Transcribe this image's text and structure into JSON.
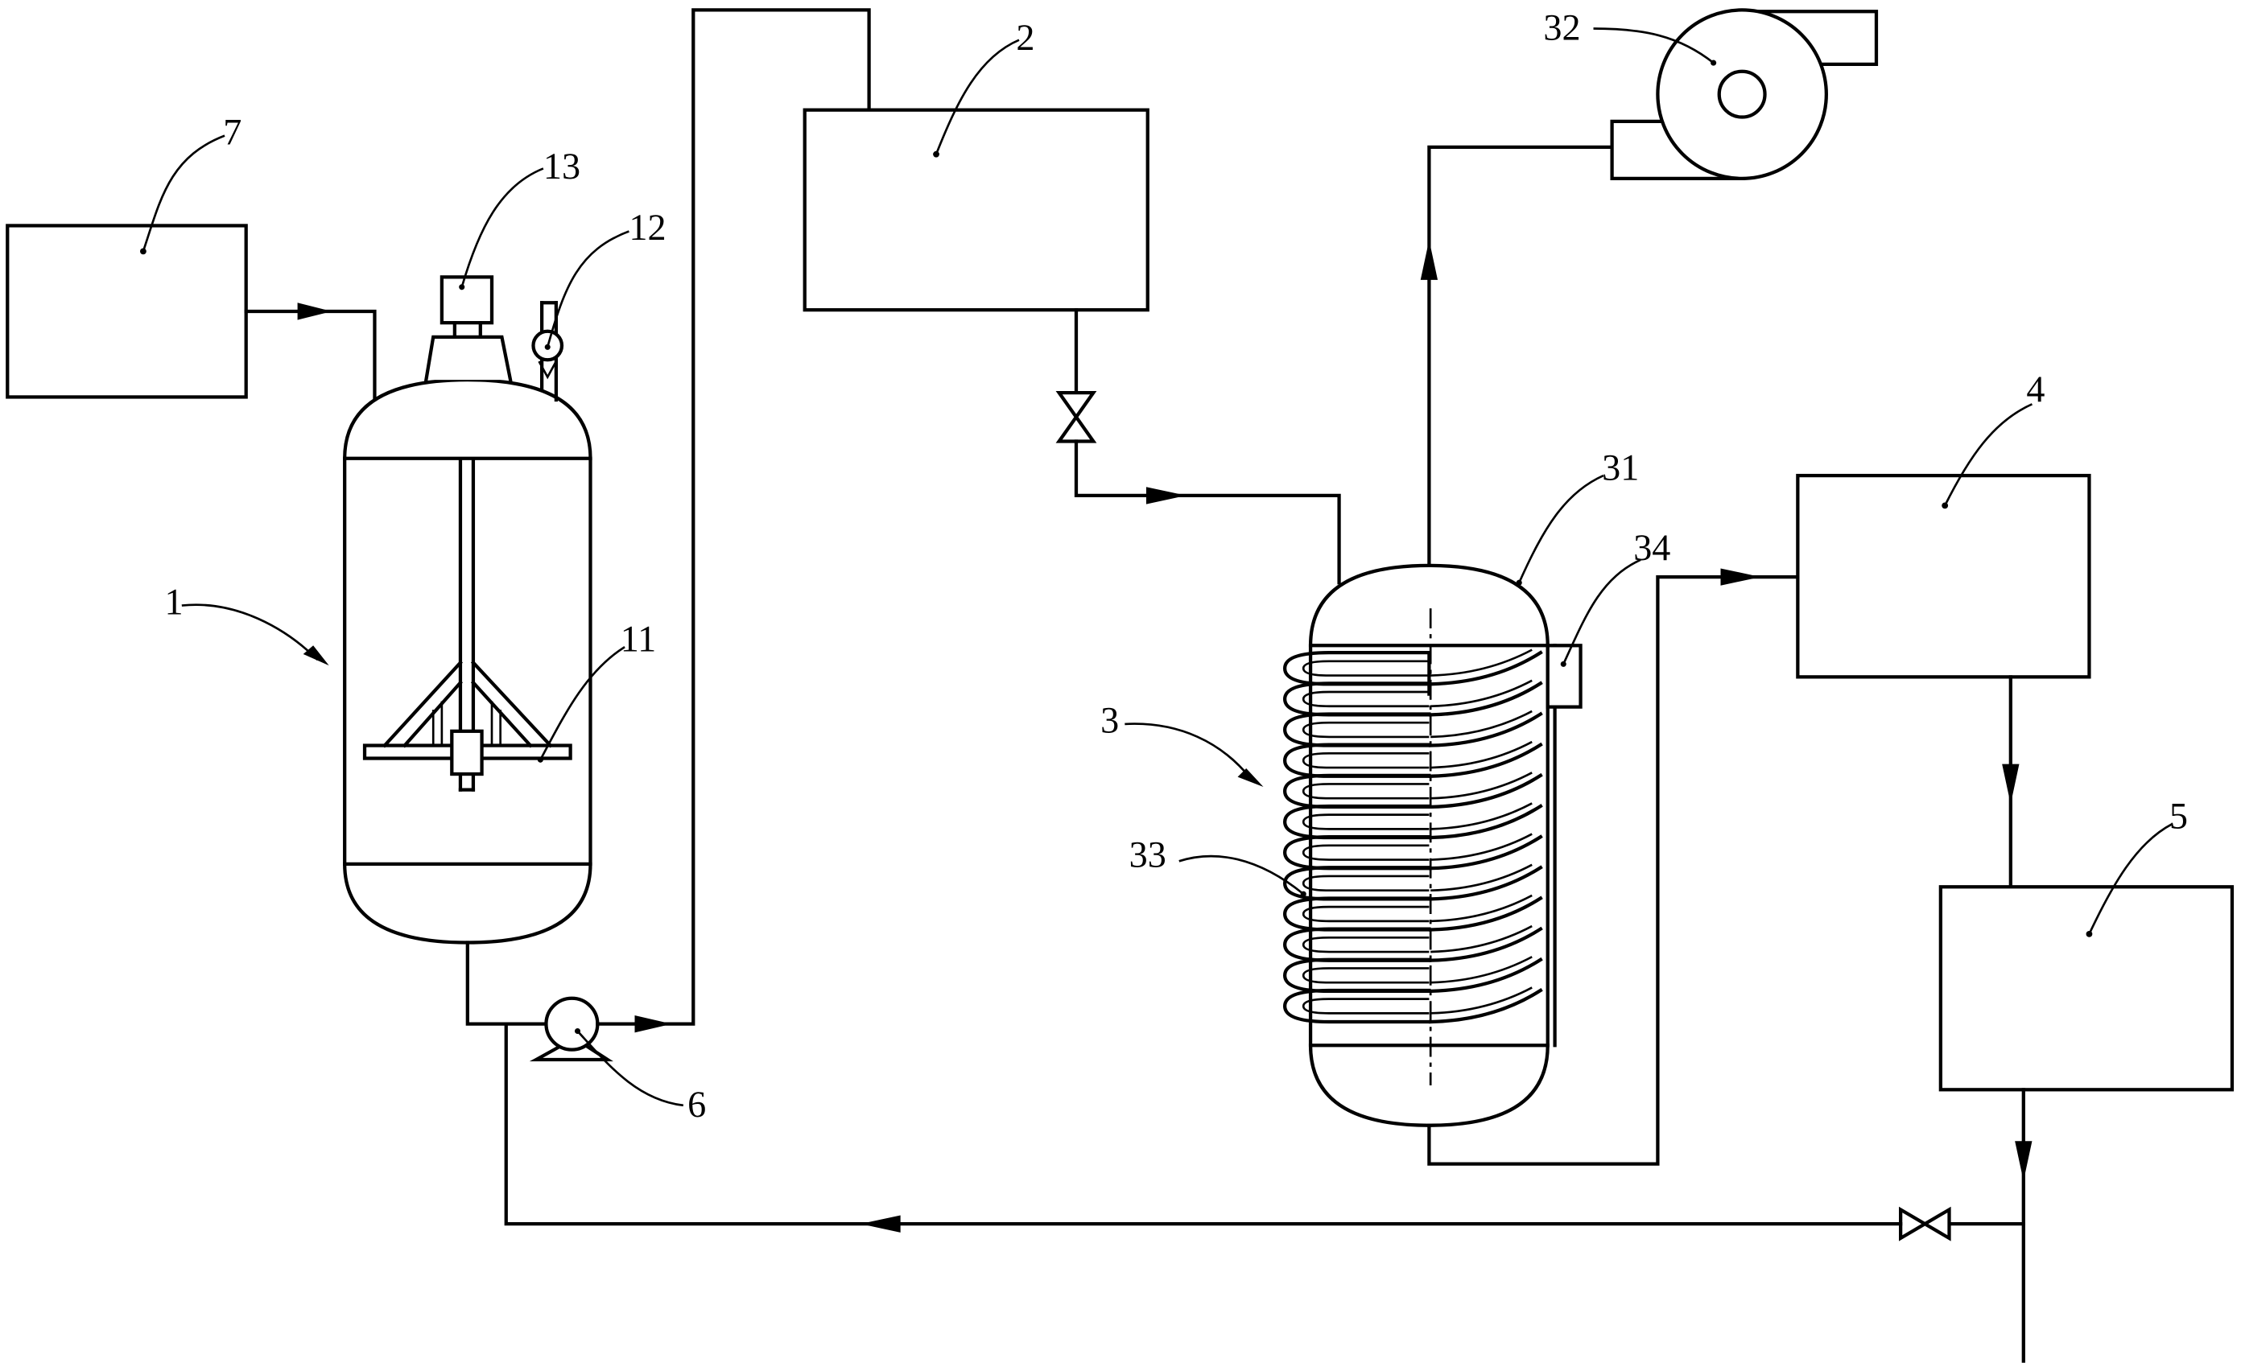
{
  "labels": {
    "l1": "1",
    "l2": "2",
    "l3": "3",
    "l4": "4",
    "l5": "5",
    "l6": "6",
    "l7": "7",
    "l11": "11",
    "l12": "12",
    "l13": "13",
    "l31": "31",
    "l32": "32",
    "l33": "33",
    "l34": "34"
  },
  "colors": {
    "line": "#000000",
    "background": "#ffffff"
  }
}
